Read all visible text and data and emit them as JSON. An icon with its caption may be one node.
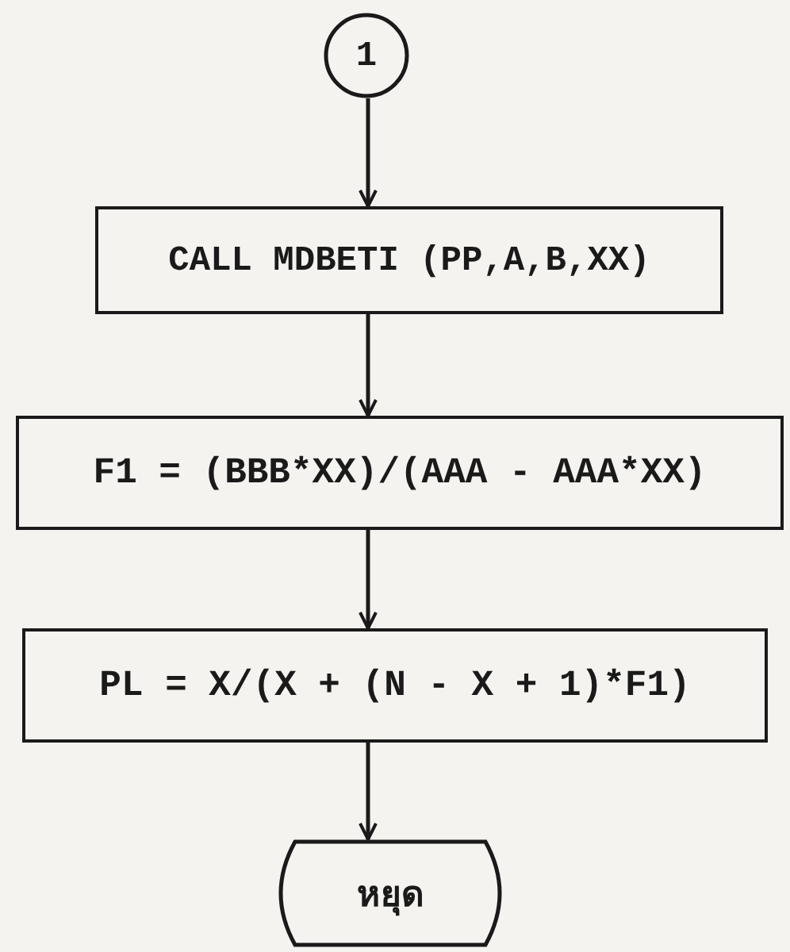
{
  "diagram": {
    "nodes": [
      {
        "text": [
          "1"
        ]
      },
      {
        "text": [
          "CALL MDBETI (PP,A,B,XX)"
        ]
      },
      {
        "text": [
          "F1 = (BBB*XX)/(AAA - AAA*XX)"
        ]
      },
      {
        "text": [
          "PL = X/(X + (N - X + 1)*F1)"
        ]
      },
      {
        "text": [
          "หยุด"
        ]
      }
    ],
    "edges": [
      {
        "from": 0,
        "to": 1,
        "arrow": "to"
      },
      {
        "from": 1,
        "to": 2,
        "arrow": "to"
      },
      {
        "from": 2,
        "to": 3,
        "arrow": "to"
      },
      {
        "from": 3,
        "to": 4,
        "arrow": "to"
      }
    ]
  }
}
